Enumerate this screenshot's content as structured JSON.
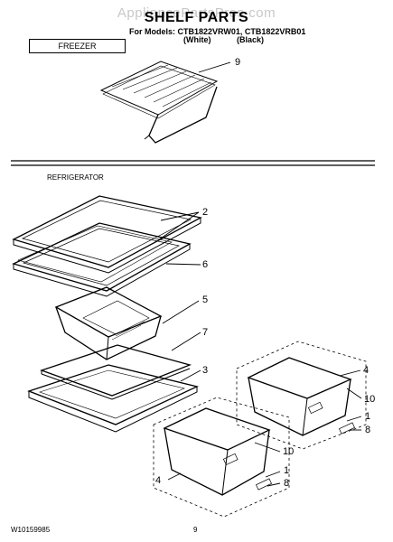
{
  "watermark": "AppliancePartsPros.com",
  "title": "SHELF PARTS",
  "models_line": "For Models: CTB1822VRW01, CTB1822VRB01",
  "color_white": "(White)",
  "color_black": "(Black)",
  "section_freezer": "FREEZER",
  "section_refrigerator": "REFRIGERATOR",
  "callouts": [
    "9",
    "2",
    "6",
    "5",
    "7",
    "3",
    "4",
    "10",
    "1",
    "8",
    "10",
    "4",
    "1",
    "8"
  ],
  "footer_left": "W10159985",
  "footer_page": "9"
}
